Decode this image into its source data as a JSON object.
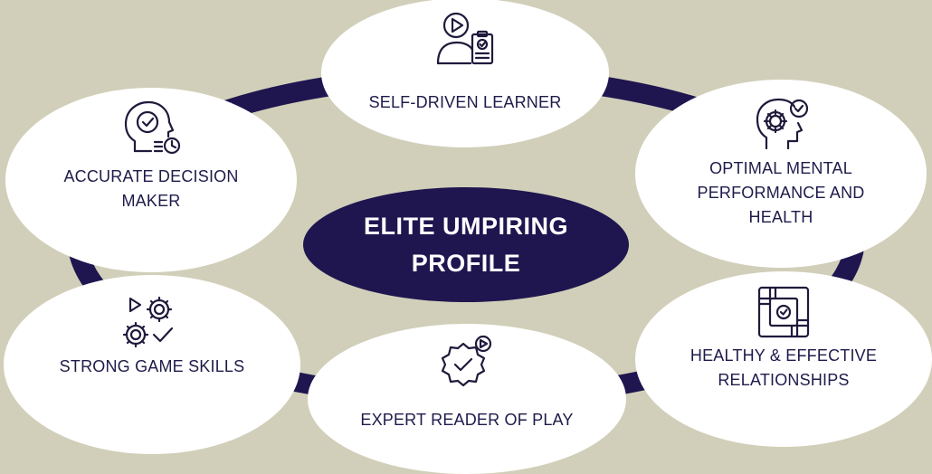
{
  "center": {
    "line1": "ELITE UMPIRING",
    "line2": "PROFILE"
  },
  "nodes": {
    "self_driven": {
      "label": "SELF-DRIVEN LEARNER",
      "icon": "video-learner-icon"
    },
    "accurate_decision": {
      "line1": "ACCURATE DECISION",
      "line2": "MAKER",
      "icon": "head-check-clock-icon"
    },
    "optimal_mental": {
      "line1": "OPTIMAL MENTAL",
      "line2": "PERFORMANCE AND",
      "line3": "HEALTH",
      "icon": "head-gear-check-icon"
    },
    "strong_game": {
      "label": "STRONG GAME SKILLS",
      "icon": "gears-play-check-icon"
    },
    "healthy_relationships": {
      "line1": "HEALTHY & EFFECTIVE",
      "line2": "RELATIONSHIPS",
      "icon": "hands-teamwork-icon"
    },
    "expert_reader": {
      "label": "EXPERT READER OF PLAY",
      "icon": "badge-check-play-icon"
    }
  },
  "colors": {
    "background": "#d1cfb9",
    "ring": "#1f1650",
    "node_fill": "#ffffff",
    "center_text": "#ffffff",
    "label_text": "#1e1b4b"
  }
}
